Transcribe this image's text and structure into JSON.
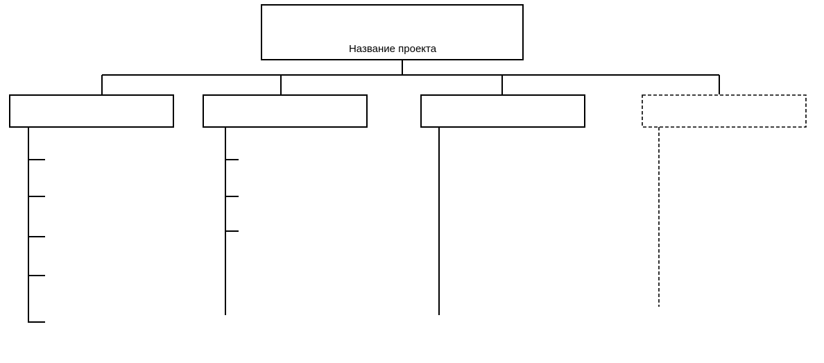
{
  "diagram": {
    "type": "org-chart",
    "root": {
      "label": "Название проекта"
    },
    "branches": [
      {
        "label": "",
        "style": "solid",
        "sub_items": 5
      },
      {
        "label": "",
        "style": "solid",
        "sub_items": 3
      },
      {
        "label": "",
        "style": "solid",
        "sub_items": 0
      },
      {
        "label": "",
        "style": "dashed",
        "sub_items": 0
      }
    ]
  },
  "colors": {
    "stroke": "#000000",
    "background": "#ffffff"
  }
}
